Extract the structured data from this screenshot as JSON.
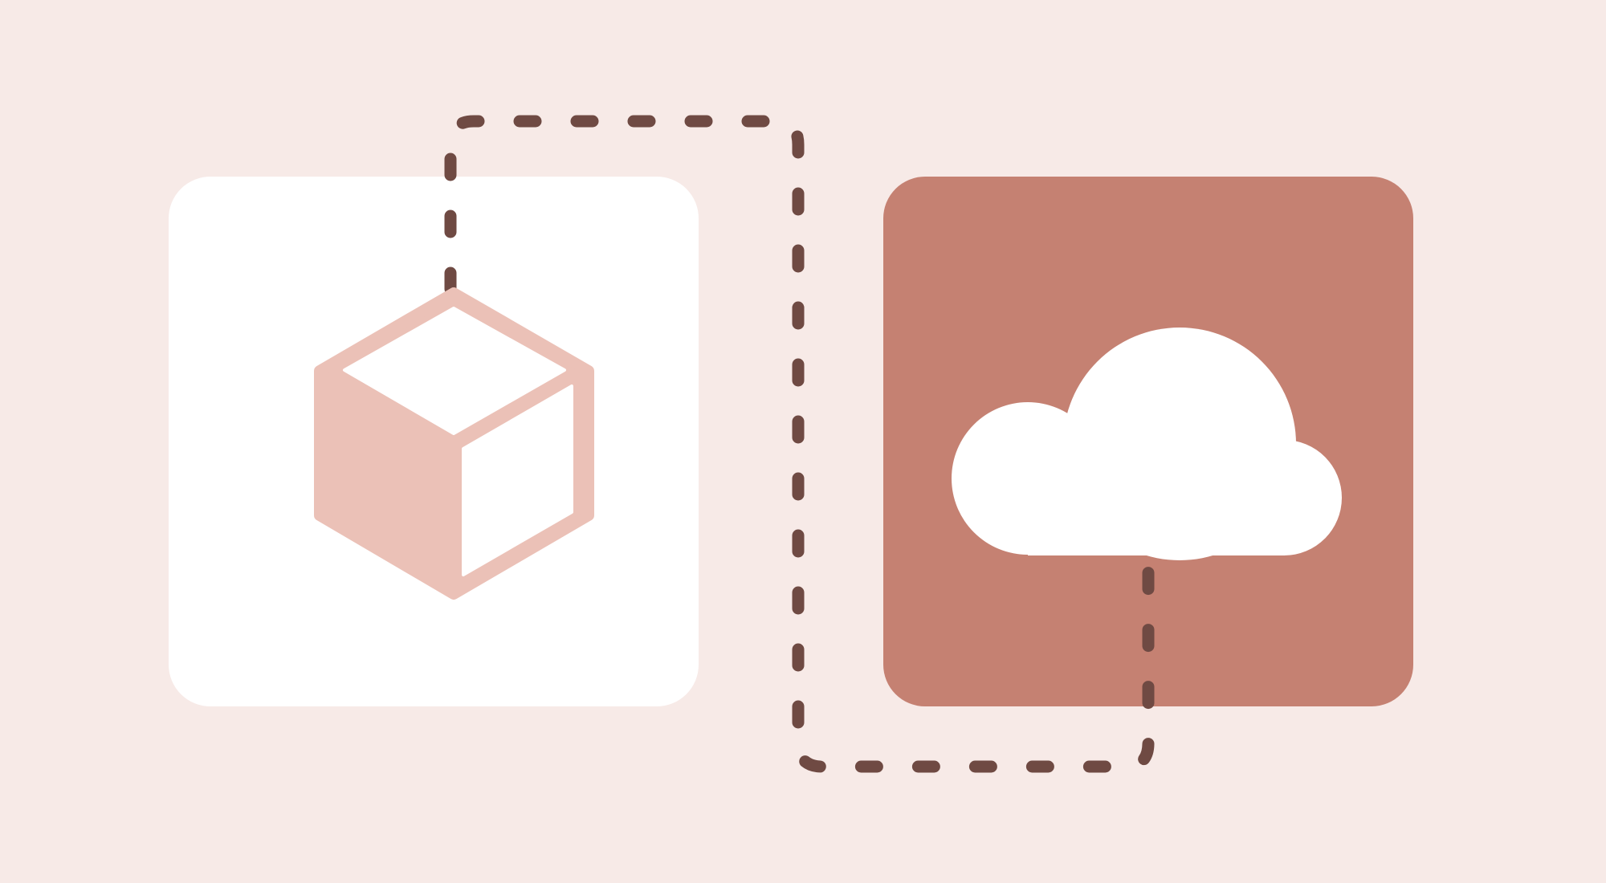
{
  "diagram": {
    "nodes": [
      {
        "id": "source",
        "icon": "cube-icon",
        "card_color": "#FFFFFF",
        "icon_color": "#EBC1B7"
      },
      {
        "id": "target",
        "icon": "cloud-icon",
        "card_color": "#C58172",
        "icon_color": "#FFFFFF"
      }
    ],
    "connector": {
      "from": "source",
      "to": "target",
      "style": "dashed",
      "color": "#6F4A43"
    },
    "background_color": "#F7EAE7"
  }
}
